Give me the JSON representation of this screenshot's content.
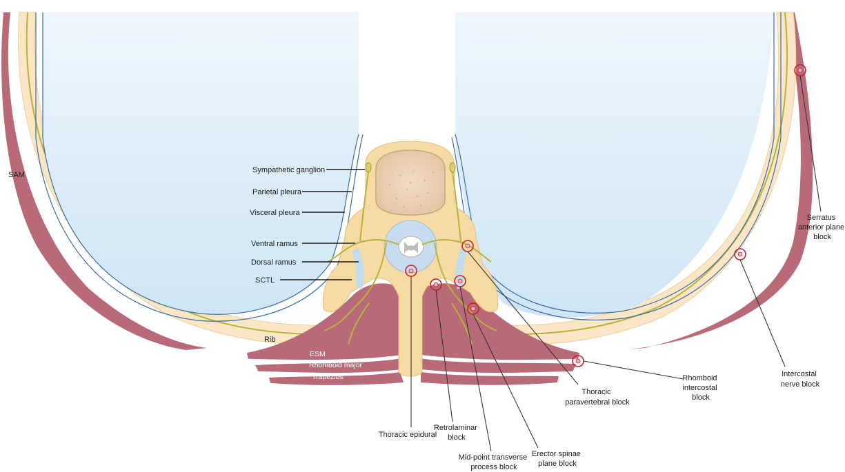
{
  "labels": {
    "sam": "SAM",
    "sympathetic_ganglion": "Sympathetic ganglion",
    "parietal_pleura": "Parietal pleura",
    "visceral_pleura": "Visceral pleura",
    "ventral_ramus": "Ventral ramus",
    "dorsal_ramus": "Dorsal ramus",
    "sctl": "SCTL",
    "rib": "Rib",
    "esm": "ESM",
    "rhomboid_major": "Rhomboid major",
    "trapezius": "Trapezius"
  },
  "blocks": {
    "thoracic_epidural": [
      "Thoracic epidural"
    ],
    "retrolaminar": [
      "Retrolaminar",
      "block"
    ],
    "mid_point_transverse": [
      "Mid-point transverse",
      "process block"
    ],
    "erector_spinae": [
      "Erector spinae",
      "plane block"
    ],
    "thoracic_paravertebral": [
      "Thoracic",
      "paravertebral block"
    ],
    "rhomboid_intercostal": [
      "Rhomboid",
      "intercostal",
      "block"
    ],
    "intercostal_nerve": [
      "Intercostal",
      "nerve block"
    ],
    "serratus_anterior": [
      "Serratus",
      "anterior plane",
      "block"
    ]
  },
  "colors": {
    "lung": "#d6ebf8",
    "rib": "#fbe7c6",
    "muscle": "#b96a78",
    "nerve": "#b4b43c",
    "pleura": "#3b6aa8",
    "target": "#c8202b",
    "bone": "#f6dca4"
  }
}
